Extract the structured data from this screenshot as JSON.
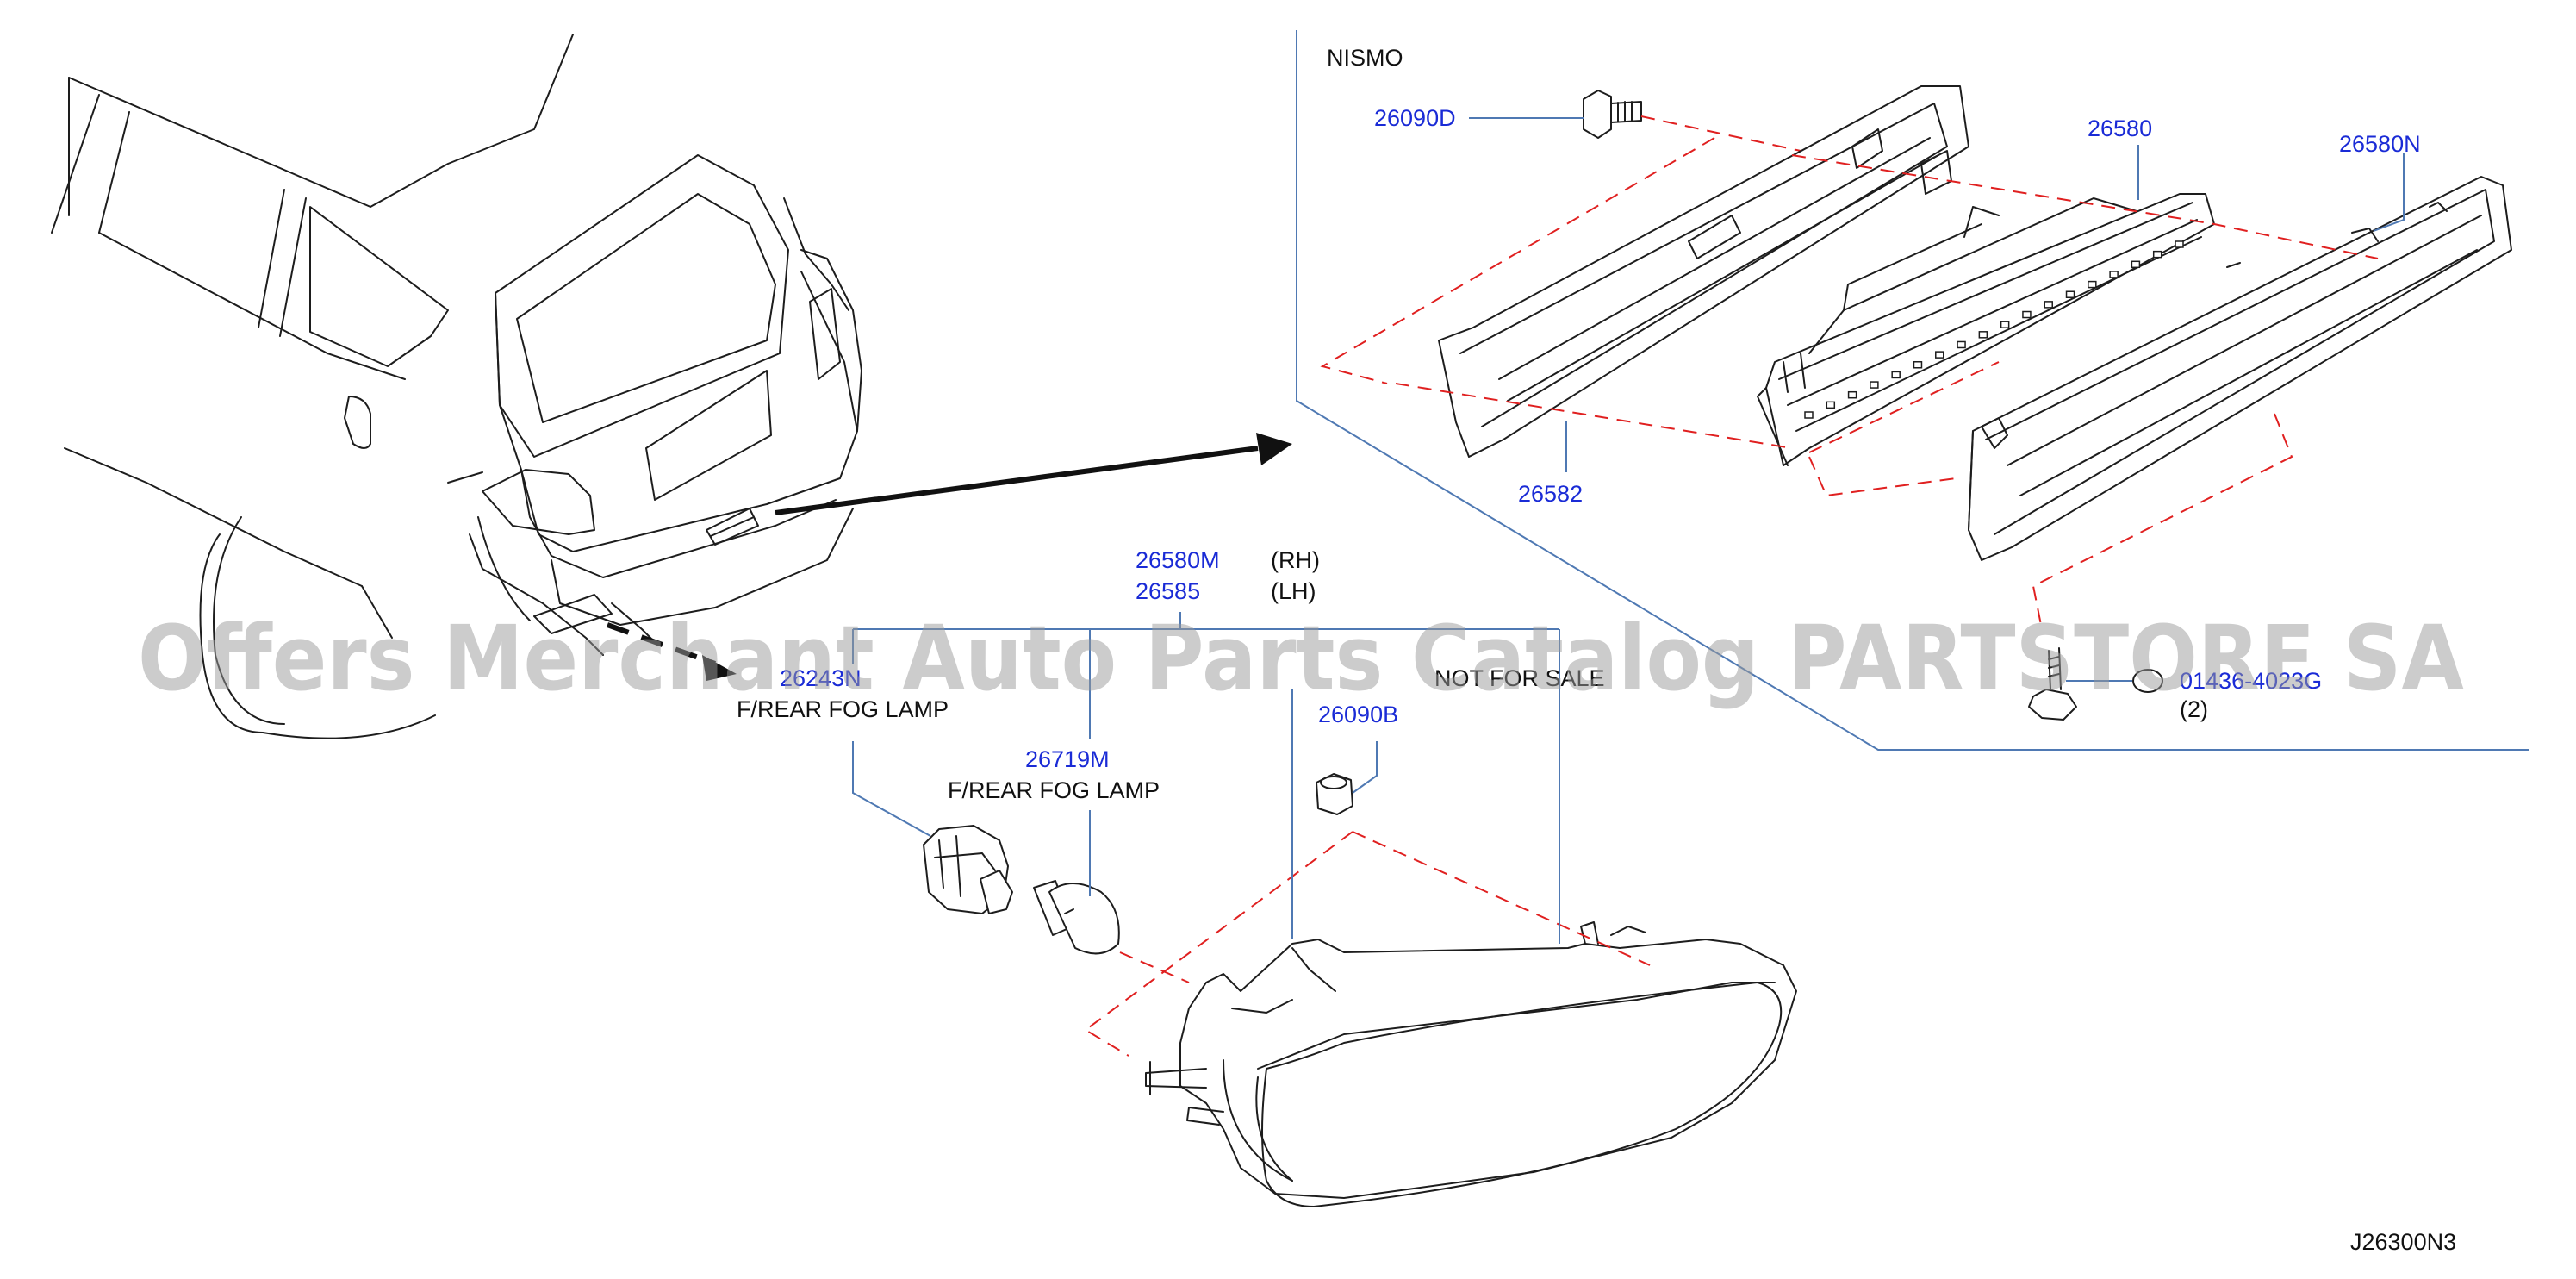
{
  "labels": {
    "nismo": "NISMO",
    "p26090D": "26090D",
    "p26580": "26580",
    "p26580N": "26580N",
    "p26582": "26582",
    "p26580M": "26580M",
    "rh": "(RH)",
    "p26585": "26585",
    "lh": "(LH)",
    "p26243N": "26243N",
    "fog1": "F/REAR   FOG   LAMP",
    "p26719M": "26719M",
    "fog2": "F/REAR   FOG   LAMP",
    "p26090B": "26090B",
    "notForSale": "NOT FOR SALE",
    "p01436": "01436-4023G",
    "qty2": "(2)",
    "diagramId": "J26300N3"
  },
  "watermark": "Offers Merchant Auto Parts Catalog PARTSTORE SA",
  "colors": {
    "partNumber": "#1a2bd6",
    "text": "#111111",
    "leader": "#4f79b3",
    "dashed": "#e02020",
    "watermark": "#9a9a9a"
  }
}
